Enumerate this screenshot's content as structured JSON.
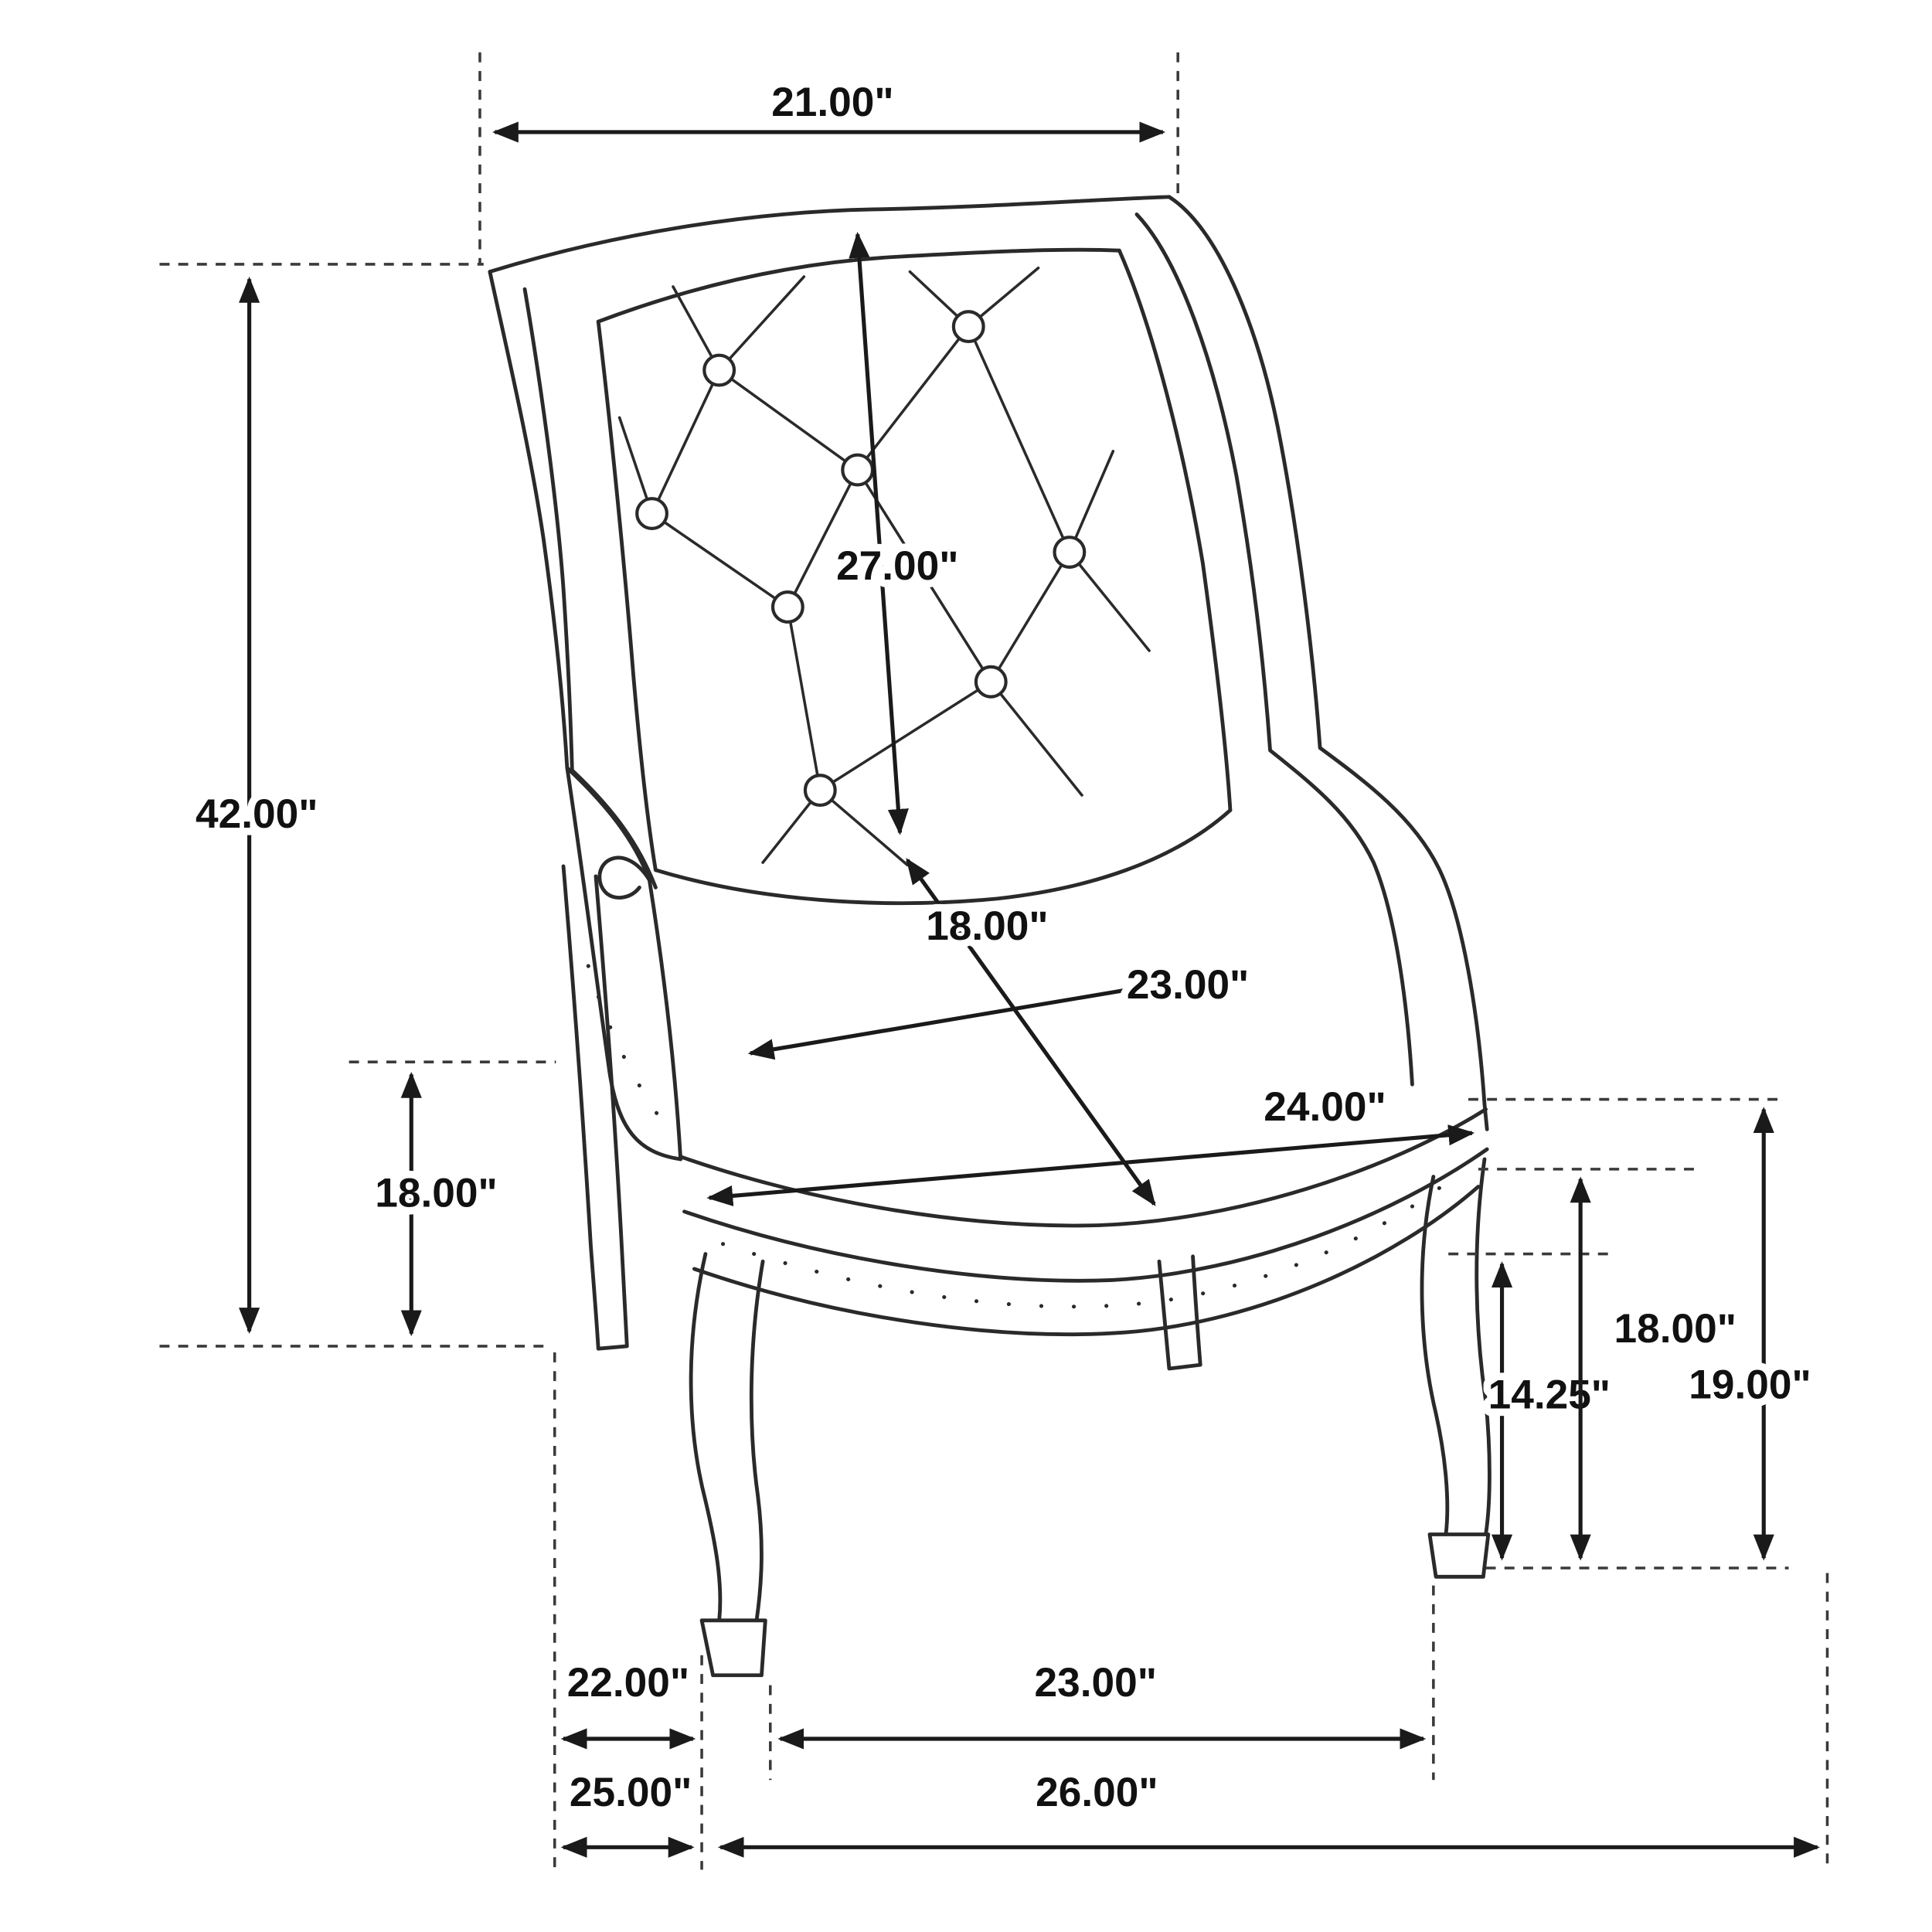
{
  "dims": {
    "overall_width": "21.00\"",
    "overall_height": "42.00\"",
    "back_cushion_height": "27.00\"",
    "seat_diagonal": "18.00\"",
    "seat_back_width": "23.00\"",
    "seat_front_width": "24.00\"",
    "seat_height_left": "18.00\"",
    "front_leg_height": "14.25\"",
    "rail_height": "18.00\"",
    "seat_height_right": "19.00\"",
    "back_leg_span": "22.00\"",
    "front_leg_span": "23.00\"",
    "base_depth": "25.00\"",
    "overall_depth": "26.00\""
  }
}
